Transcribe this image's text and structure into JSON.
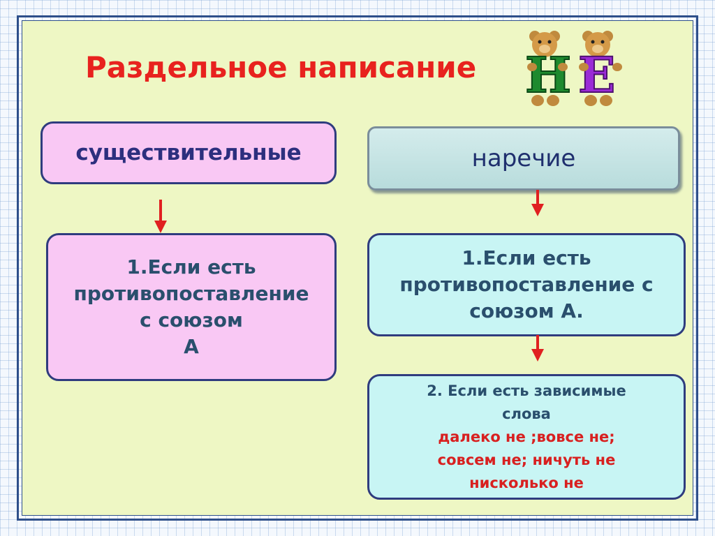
{
  "title": "Раздельное написание",
  "logo": {
    "text": "НЕ",
    "letter_colors": [
      "#1e8a2e",
      "#9a2bd6"
    ],
    "icon": "teddy-bears-holding-letters"
  },
  "noun": {
    "heading": "существительные",
    "rule": [
      "1.Если есть",
      "противопоставление",
      "с союзом",
      "А"
    ]
  },
  "adverb": {
    "heading": "наречие",
    "rule1": [
      "1.Если есть",
      "противопоставление с",
      "союзом  А."
    ],
    "rule2_condition": [
      "2. Если  есть зависимые",
      "слова"
    ],
    "rule2_examples": [
      "далеко не ;вовсе не;",
      "совсем не; ничуть не",
      "нисколько не"
    ]
  },
  "colors": {
    "title": "#e8221e",
    "arrow": "#e02020",
    "example_text": "#d82020"
  }
}
